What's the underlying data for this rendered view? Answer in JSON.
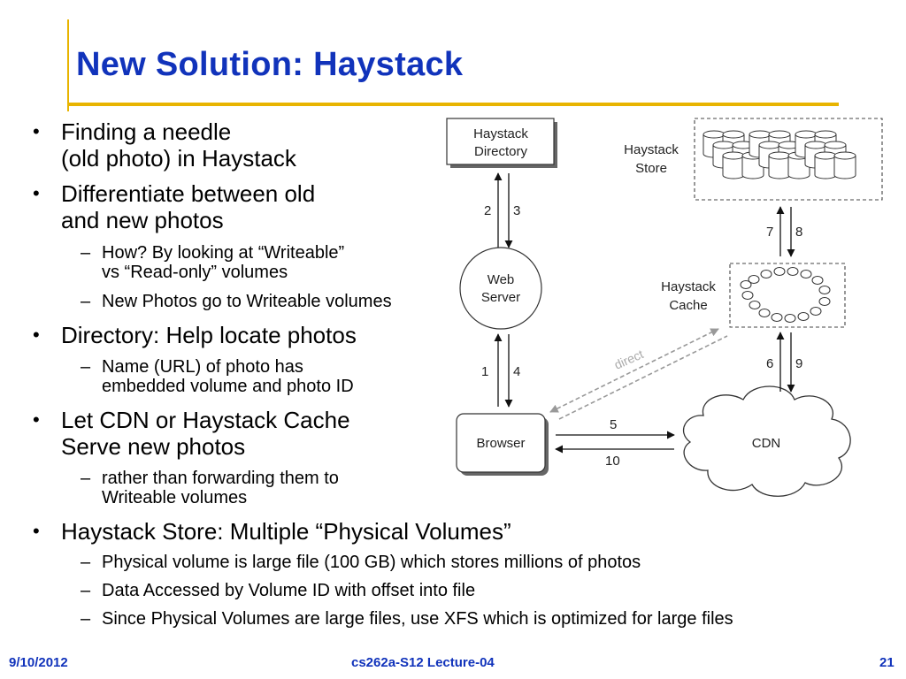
{
  "slide": {
    "title": "New Solution: Haystack",
    "bullets": [
      {
        "line1": "Finding a needle",
        "line2": "(old photo) in Haystack"
      },
      {
        "line1": "Differentiate between old",
        "line2": "and new photos"
      },
      {
        "line1": "Directory: Help locate photos"
      },
      {
        "line1": "Let CDN or Haystack Cache",
        "line2": "Serve new photos"
      },
      {
        "line1": "Haystack Store: Multiple “Physical Volumes”"
      }
    ],
    "subbullets": [
      {
        "line1": "How? By looking at “Writeable”",
        "line2": "vs “Read-only” volumes"
      },
      {
        "line1": "New Photos go to Writeable volumes"
      },
      {
        "line1": "Name (URL) of photo has",
        "line2": "embedded volume and photo ID"
      },
      {
        "line1": "rather than forwarding them to",
        "line2": "Writeable volumes"
      },
      {
        "line1": "Physical volume is large file (100 GB) which stores millions of photos"
      },
      {
        "line1": "Data Accessed by Volume ID with offset into file"
      },
      {
        "line1": "Since Physical Volumes are large files, use XFS which is optimized for large files"
      }
    ],
    "bullet_char": "•",
    "dash_char": "–"
  },
  "diagram": {
    "directory": {
      "line1": "Haystack",
      "line2": "Directory"
    },
    "store": {
      "line1": "Haystack",
      "line2": "Store"
    },
    "web_server": {
      "line1": "Web",
      "line2": "Server"
    },
    "cache": {
      "line1": "Haystack",
      "line2": "Cache"
    },
    "browser": "Browser",
    "cdn": "CDN",
    "direct": "direct",
    "steps": {
      "s1": "1",
      "s2": "2",
      "s3": "3",
      "s4": "4",
      "s5": "5",
      "s6": "6",
      "s7": "7",
      "s8": "8",
      "s9": "9",
      "s10": "10"
    }
  },
  "footer": {
    "date": "9/10/2012",
    "course": "cs262a-S12 Lecture-04",
    "page": "21"
  }
}
